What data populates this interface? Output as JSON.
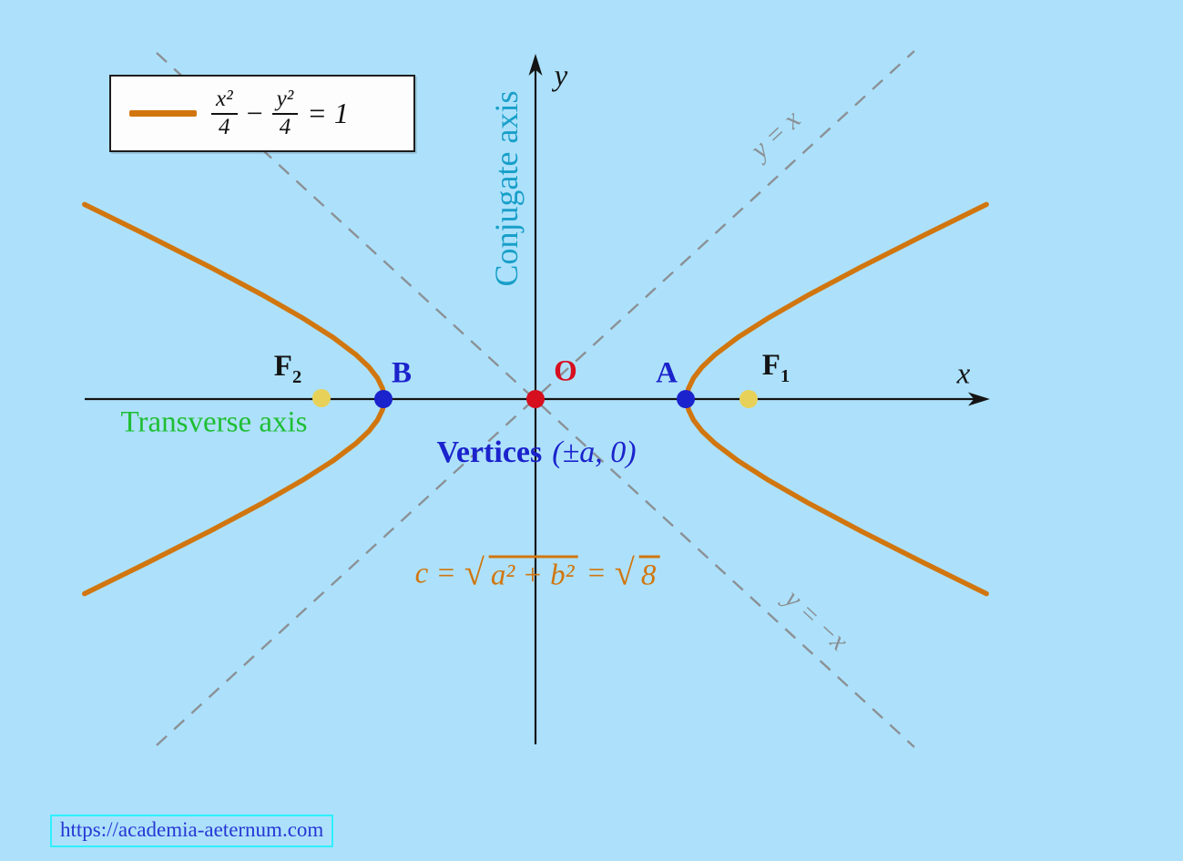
{
  "colors": {
    "bg": "#ade1fb",
    "orange": "#d1760e",
    "blue": "#1b23cc",
    "red": "#d60f1f",
    "yellow": "#e8d158",
    "green": "#1fbe34",
    "cyan": "#189fc9",
    "gray": "#8b9196",
    "urlText": "#2637d4",
    "urlBorder": "#2ff0ff"
  },
  "legend": {
    "num1": "x²",
    "den1": "4",
    "minus": "−",
    "num2": "y²",
    "den2": "4",
    "rhs": "= 1"
  },
  "axes": {
    "x_label": "x",
    "y_label": "y"
  },
  "labels": {
    "origin": "O",
    "vertex_b": "B",
    "vertex_a": "A",
    "focus1": {
      "base": "F",
      "sub": "1"
    },
    "focus2": {
      "base": "F",
      "sub": "2"
    },
    "conjugate_axis": "Conjugate axis",
    "transverse_axis": "Transverse axis",
    "asymptote_pos": "y = x",
    "asymptote_neg": "y = −x"
  },
  "vertices_note": {
    "word": "Vertices",
    "math": "(±a, 0)"
  },
  "focal_formula": {
    "lhs": "c =",
    "sqrt": "√",
    "radicand1": "a² + b²",
    "equals": "=",
    "radicand2": "8"
  },
  "footer": {
    "url": "https://academia-aeternum.com"
  }
}
